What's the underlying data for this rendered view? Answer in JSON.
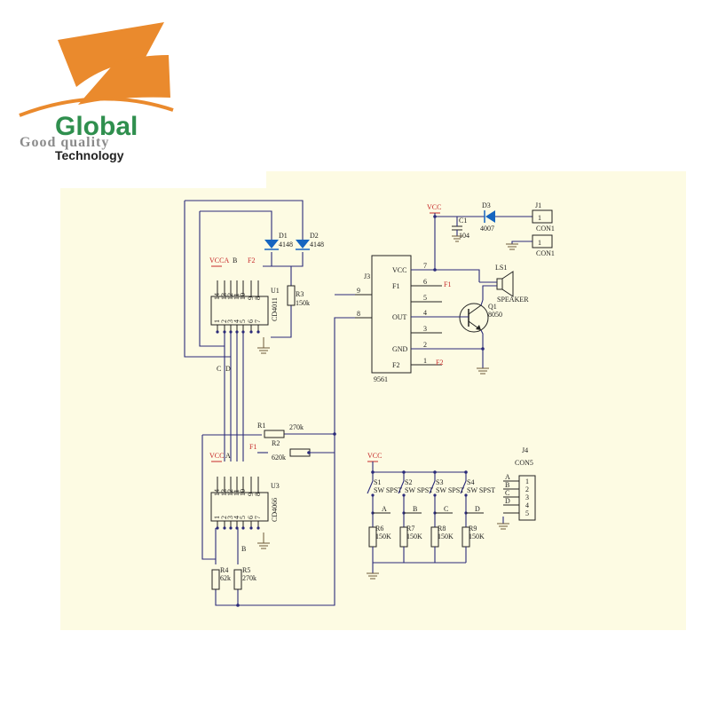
{
  "logo": {
    "name": "Global",
    "line1": "Good quality",
    "line2": "Technology",
    "colors": {
      "orange": "#ea8a2d",
      "green": "#2f8f4e",
      "gray": "#8a8a8a"
    }
  },
  "schematic": {
    "background": "#fdfbe3",
    "u1": {
      "ref": "U1",
      "part": "CD4011",
      "vcc": "VCCA",
      "b": "B",
      "f2": "F2",
      "c": "C",
      "d": "D",
      "top_pins": [
        "14",
        "13",
        "12",
        "11",
        "10",
        "9",
        "8"
      ],
      "bottom_pins": [
        "1",
        "2",
        "3",
        "4",
        "5",
        "6",
        "7"
      ]
    },
    "u3": {
      "ref": "U3",
      "part": "CD4066",
      "vcc": "VCC",
      "a": "A",
      "f1": "F1",
      "b": "B",
      "top_pins": [
        "14",
        "13",
        "12",
        "11",
        "10",
        "9",
        "8"
      ],
      "bottom_pins": [
        "1",
        "2",
        "3",
        "4",
        "5",
        "6",
        "7"
      ]
    },
    "d1": {
      "ref": "D1",
      "value": "4148"
    },
    "d2": {
      "ref": "D2",
      "value": "4148"
    },
    "d3": {
      "ref": "D3",
      "value": "4007"
    },
    "r1": {
      "ref": "R1",
      "value": "270k"
    },
    "r2": {
      "ref": "R2",
      "value": "620k"
    },
    "r3": {
      "ref": "R3",
      "value": "150k"
    },
    "r4": {
      "ref": "R4",
      "value": "62k"
    },
    "r5": {
      "ref": "R5",
      "value": "270k"
    },
    "r6": {
      "ref": "R6",
      "value": "150K"
    },
    "r7": {
      "ref": "R7",
      "value": "150K"
    },
    "r8": {
      "ref": "R8",
      "value": "150K"
    },
    "r9": {
      "ref": "R9",
      "value": "150K"
    },
    "j1": {
      "ref": "J1",
      "pin": "1",
      "con": "CON1"
    },
    "j2": {
      "pin": "1",
      "con": "CON1"
    },
    "j3": {
      "ref": "J3",
      "part": "9561",
      "pins": [
        "VCC",
        "F1",
        "",
        "OUT",
        "",
        "GND",
        "F2"
      ],
      "pin_nums": [
        "7",
        "6",
        "5",
        "4",
        "3",
        "2",
        "1"
      ],
      "left_nums": [
        "9",
        "8"
      ],
      "f1": "F1",
      "f2": "F2"
    },
    "j4": {
      "ref": "J4",
      "part": "CON5",
      "pins": [
        "1",
        "2",
        "3",
        "4",
        "5"
      ],
      "letters": [
        "A",
        "B",
        "C",
        "D"
      ]
    },
    "c1": {
      "ref": "C1",
      "value": "104"
    },
    "ls1": {
      "ref": "LS1",
      "part": "SPEAKER"
    },
    "q1": {
      "ref": "Q1",
      "part": "8050"
    },
    "vcc": "VCC",
    "switches": [
      {
        "ref": "S1",
        "part": "SW SPST",
        "node": "A"
      },
      {
        "ref": "S2",
        "part": "SW SPST",
        "node": "B"
      },
      {
        "ref": "S3",
        "part": "SW SPST",
        "node": "C"
      },
      {
        "ref": "S4",
        "part": "SW SPST",
        "node": "D"
      }
    ]
  }
}
